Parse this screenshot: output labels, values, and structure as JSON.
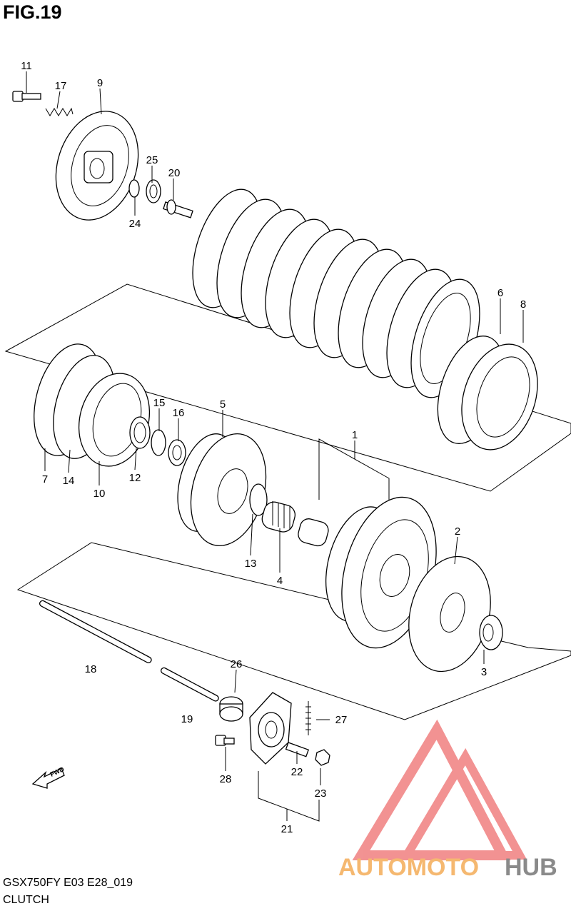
{
  "header": {
    "title": "FIG.19"
  },
  "footer": {
    "model_code": "GSX750FY E03 E28_019",
    "section_name": "CLUTCH"
  },
  "fwd_label": "FWD",
  "watermark": {
    "word_a": "AUTOMOTO",
    "word_b": "HUB",
    "color_a": "#f5b870",
    "color_b": "#8a8a8a",
    "logo_color": "#f08080"
  },
  "parts": [
    {
      "key": "p1",
      "label": "1"
    },
    {
      "key": "p2",
      "label": "2"
    },
    {
      "key": "p3",
      "label": "3"
    },
    {
      "key": "p4",
      "label": "4"
    },
    {
      "key": "p5",
      "label": "5"
    },
    {
      "key": "p6",
      "label": "6"
    },
    {
      "key": "p7",
      "label": "7"
    },
    {
      "key": "p8",
      "label": "8"
    },
    {
      "key": "p9",
      "label": "9"
    },
    {
      "key": "p10",
      "label": "10"
    },
    {
      "key": "p11",
      "label": "11"
    },
    {
      "key": "p12",
      "label": "12"
    },
    {
      "key": "p13",
      "label": "13"
    },
    {
      "key": "p14",
      "label": "14"
    },
    {
      "key": "p15",
      "label": "15"
    },
    {
      "key": "p16",
      "label": "16"
    },
    {
      "key": "p17",
      "label": "17"
    },
    {
      "key": "p18",
      "label": "18"
    },
    {
      "key": "p19",
      "label": "19"
    },
    {
      "key": "p20",
      "label": "20"
    },
    {
      "key": "p21",
      "label": "21"
    },
    {
      "key": "p22",
      "label": "22"
    },
    {
      "key": "p23",
      "label": "23"
    },
    {
      "key": "p24",
      "label": "24"
    },
    {
      "key": "p25",
      "label": "25"
    },
    {
      "key": "p26",
      "label": "26"
    },
    {
      "key": "p27",
      "label": "27"
    },
    {
      "key": "p28",
      "label": "28"
    }
  ]
}
